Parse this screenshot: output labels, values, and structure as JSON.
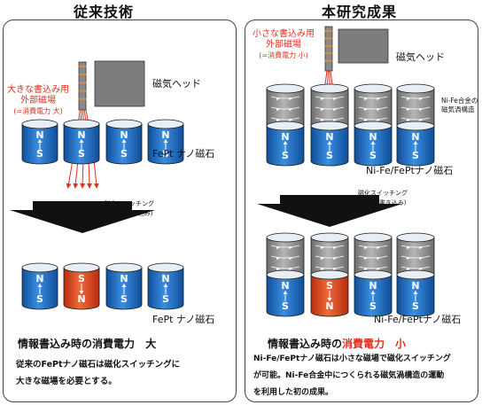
{
  "left": {
    "title": "従来技術",
    "head_label": "磁気ヘッド",
    "field_line1": "大きな書込み用",
    "field_line2": "外部磁場",
    "field_line3": "(=消費電力 大)",
    "magnet_label_top": "FePt ナノ磁石",
    "switch_line1": "磁化スイッチング",
    "switch_line2": "(情報の書き込み)",
    "magnet_label_bottom": "FePt ナノ磁石",
    "power_prefix": "情報書込み時の消費電力",
    "power_value": "大",
    "desc_line1": "従来のFePtナノ磁石は磁化スイッチングに",
    "desc_line2": "大きな磁場を必要とする。"
  },
  "right": {
    "title": "本研究成果",
    "head_label": "磁気ヘッド",
    "field_line1": "小さな書込み用",
    "field_line2": "外部磁場",
    "field_line3": "(=消費電力 小)",
    "vortex_line1": "Ni-Fe合金の",
    "vortex_line2": "磁気渦構造",
    "magnet_label_top": "Ni-Fe/FePtナノ磁石",
    "switch_line1": "磁化スイッチング",
    "switch_line2": "(情報の書き込み)",
    "magnet_label_bottom": "Ni-Fe/FePtナノ磁石",
    "power_prefix": "情報書込み時の",
    "power_value": "消費電力　小",
    "desc_line1": "Ni-Fe/FePtナノ磁石は小さな磁場で磁化スイッチング",
    "desc_line2": "が可能。Ni-Fe合金中につくられる磁気渦構造の運動",
    "desc_line3": "を利用した初の成果。"
  },
  "poles": {
    "north": "N",
    "south": "S"
  },
  "colors": {
    "blue": "#1f6fc9",
    "red": "#e0451e",
    "gray": "#8a8a8a",
    "field": "#e0301e"
  }
}
